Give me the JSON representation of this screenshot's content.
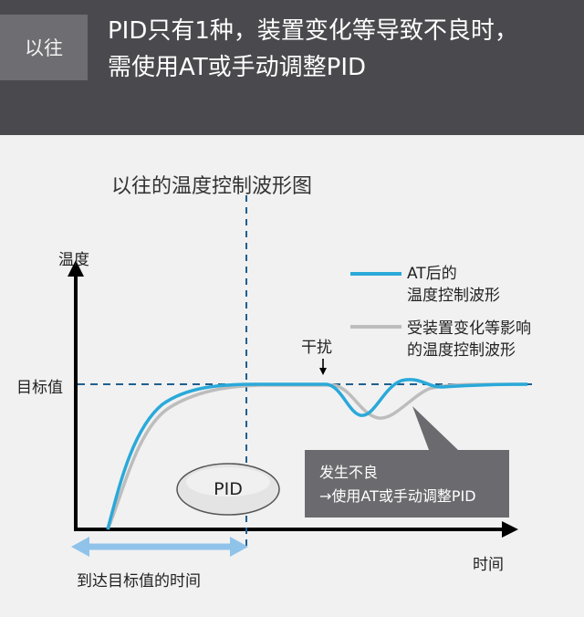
{
  "header": {
    "badge": "以往",
    "line1": "PID只有1种，装置变化等导致不良时，",
    "line2": "需使用AT或手动调整PID"
  },
  "chart": {
    "title": "以往的温度控制波形图",
    "y_axis_label": "温度",
    "x_axis_label": "时间",
    "setpoint_label": "目标值",
    "disturbance_label": "干扰",
    "pid_label": "PID",
    "time_to_target_label": "到达目标值的时间",
    "legend": [
      {
        "line1": "AT后的",
        "line2": "温度控制波形",
        "color": "#2aa9d9"
      },
      {
        "line1": "受装置变化等影响",
        "line2": "的温度控制波形",
        "color": "#bdbdbd"
      }
    ],
    "callout": {
      "line1": "发生不良",
      "line2": "→使用AT或手动调整PID"
    }
  },
  "colors": {
    "header_bg": "#4a4a4e",
    "badge_bg": "#6d6d72",
    "accent_blue": "#2aa9d9",
    "gray_curve": "#bdbdbd",
    "dashed": "#1f5f8f",
    "arrow_light_blue": "#8fc3ea",
    "callout_bg": "#6b6b6f"
  }
}
